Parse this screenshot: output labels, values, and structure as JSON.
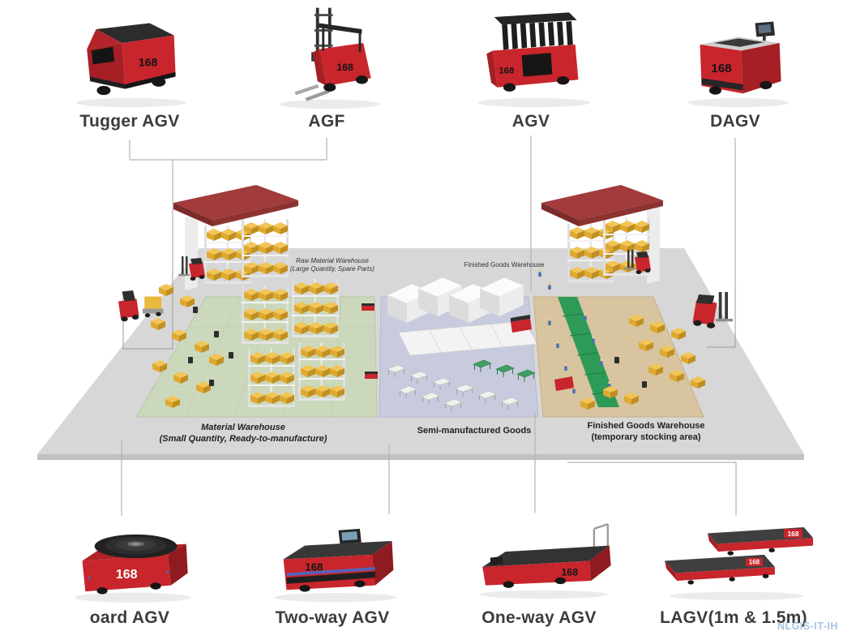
{
  "diagram": {
    "watermark": "NLGIS-IT-IH",
    "brand_logo": "168"
  },
  "top_vehicles": [
    {
      "id": "tugger-agv",
      "label": "Tugger AGV"
    },
    {
      "id": "agf",
      "label": "AGF"
    },
    {
      "id": "agv",
      "label": "AGV"
    },
    {
      "id": "dagv",
      "label": "DAGV"
    }
  ],
  "bottom_vehicles": [
    {
      "id": "board-agv",
      "label": "oard AGV"
    },
    {
      "id": "two-way-agv",
      "label": "Two-way AGV"
    },
    {
      "id": "one-way-agv",
      "label": "One-way AGV"
    },
    {
      "id": "lagv",
      "label": "LAGV(1m & 1.5m)"
    }
  ],
  "scene_labels": {
    "raw_material_line1": "Raw Material Warehouse",
    "raw_material_line2": "(Large Quantity, Spare Parts)",
    "finished_goods_top": "Finished Goods Warehouse",
    "material_line1": "Material Warehouse",
    "material_line2": "(Small Quantity, Ready-to-manufacture)",
    "semi_manufactured": "Semi-manufactured Goods",
    "finished_temp_line1": "Finished Goods Warehouse",
    "finished_temp_line2": "(temporary stocking area)"
  },
  "colors": {
    "agv_red": "#c8252c",
    "floor_gray": "#d7d7d7",
    "zone_material_green": "#cbd8bc",
    "zone_semi_blue": "#c8cade",
    "zone_finished_tan": "#d8c49e",
    "pallet_yellow": "#f2c557",
    "conveyor_green": "#2d9a58",
    "roof_red": "#a23b3b"
  }
}
